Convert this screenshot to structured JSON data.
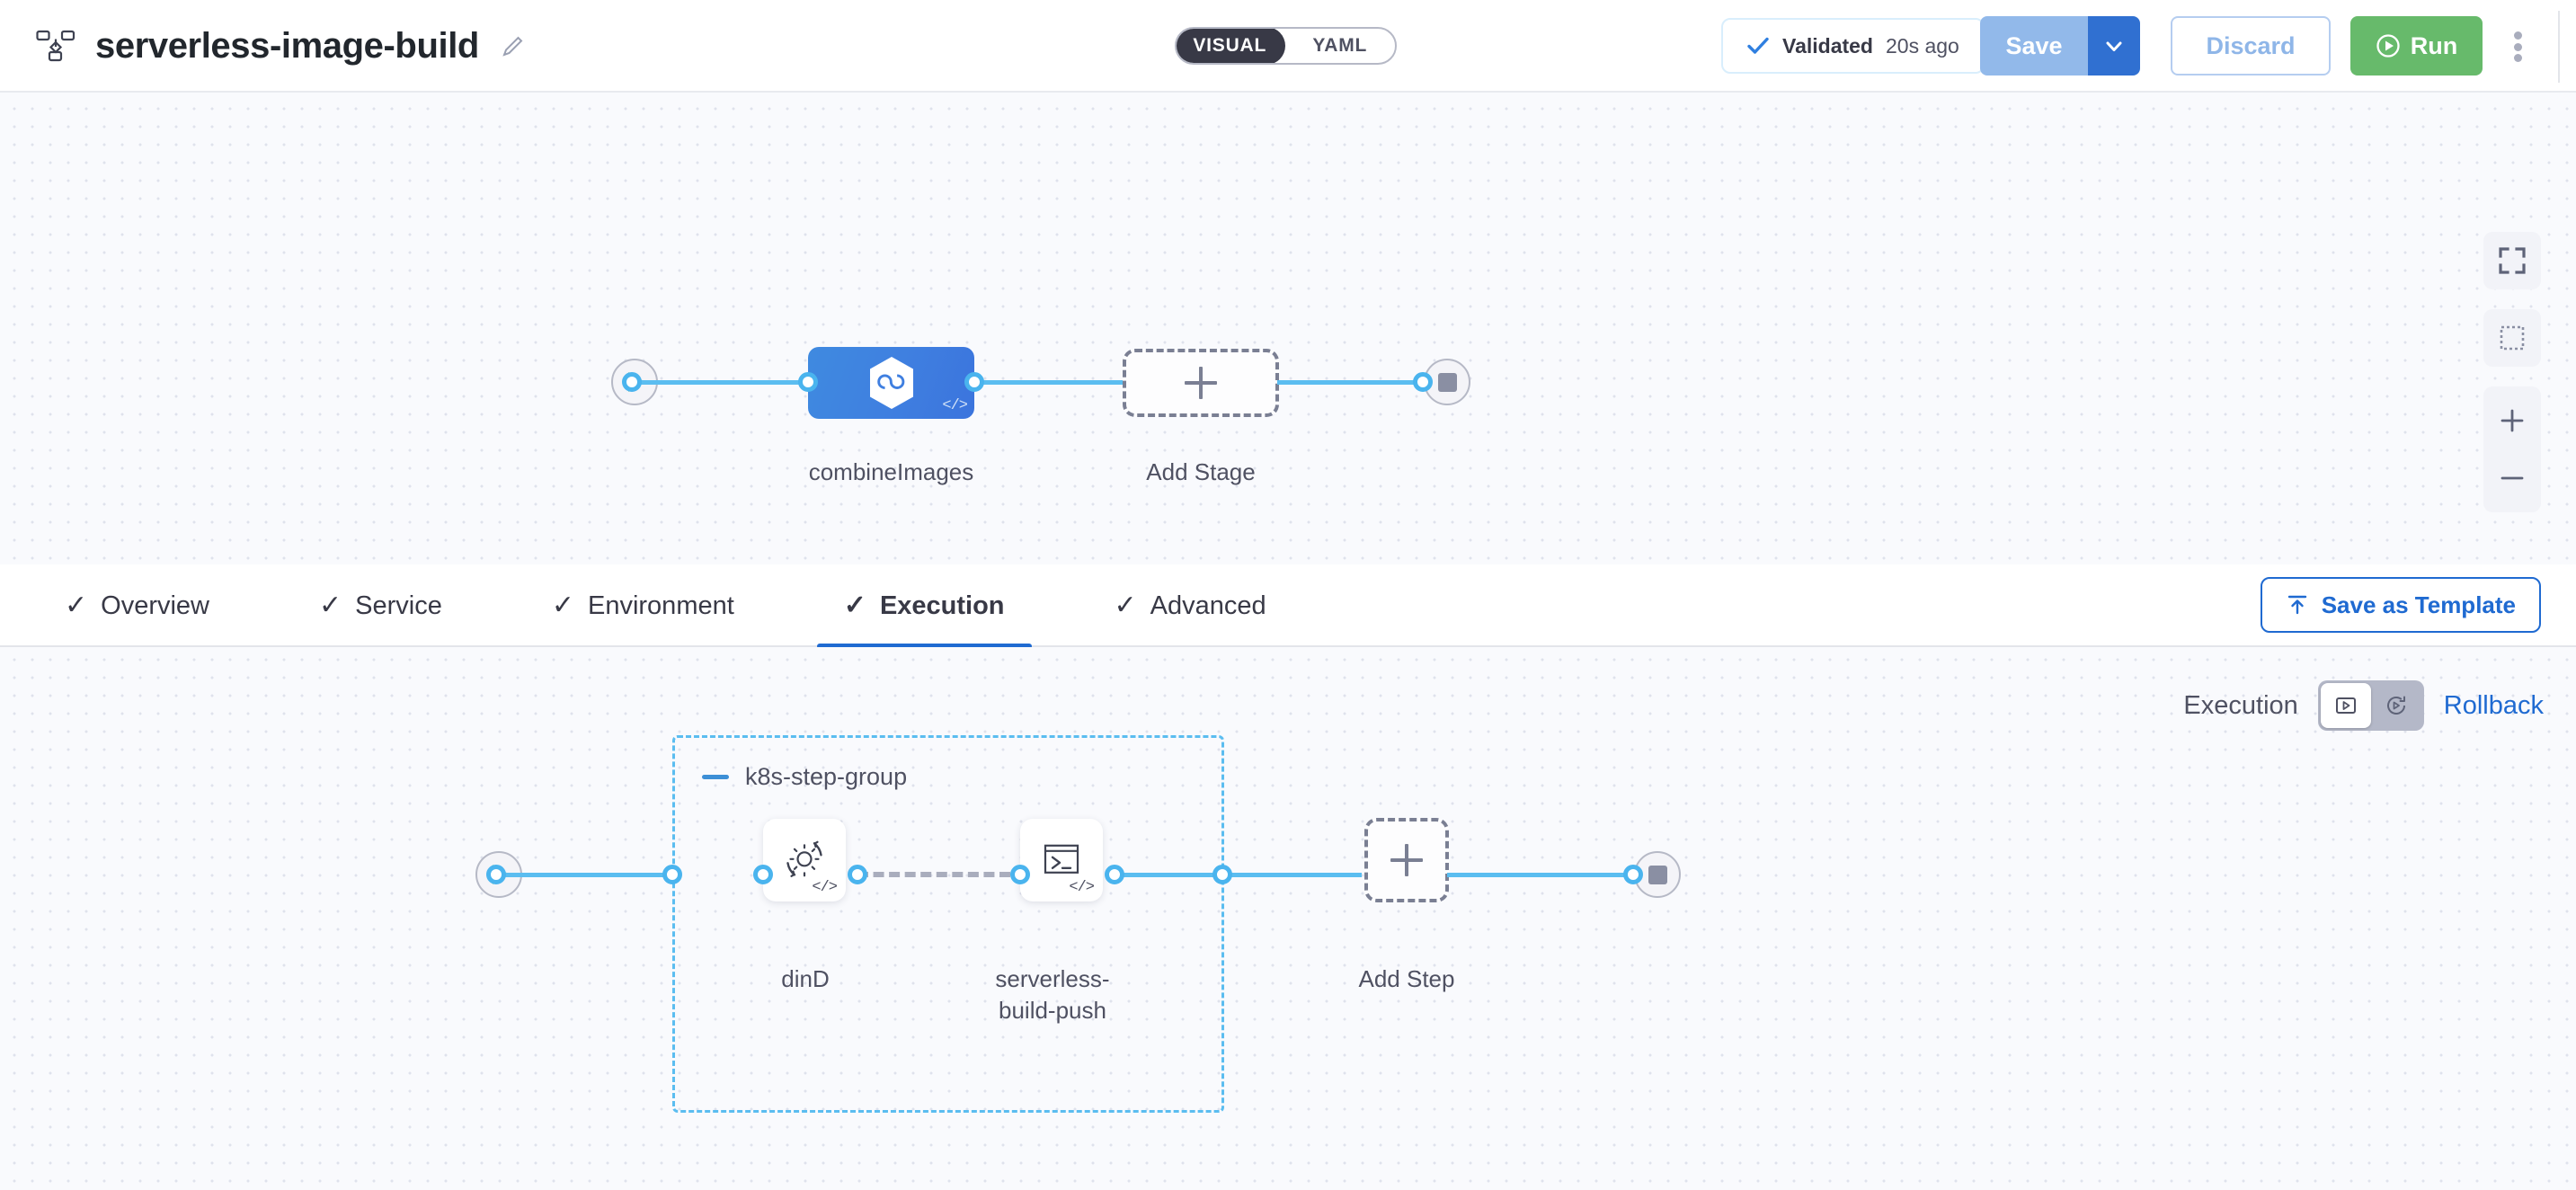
{
  "header": {
    "pipeline_icon": "pipeline-nodes-icon",
    "title": "serverless-image-build",
    "edit_icon": "edit-pencil-icon",
    "view_toggle": {
      "options": [
        "VISUAL",
        "YAML"
      ],
      "selected": "VISUAL"
    },
    "validated": {
      "icon": "check-icon",
      "label": "Validated",
      "time": "20s ago"
    },
    "save_label": "Save",
    "save_dropdown_icon": "chevron-down-icon",
    "discard_label": "Discard",
    "run_label": "Run",
    "run_icon": "play-circle-icon",
    "more_icon": "more-vertical-icon"
  },
  "stage_canvas": {
    "start_node": {
      "name": "pipeline-start-node",
      "icon": "play-icon"
    },
    "end_node": {
      "name": "pipeline-end-node",
      "icon": "stop-icon"
    },
    "stages": [
      {
        "name": "combineImages",
        "icon": "harness-ci-hexagon-icon",
        "badge": "</>",
        "type": "ci-build"
      }
    ],
    "add_stage": {
      "label": "Add Stage",
      "icon": "plus-icon"
    },
    "controls": [
      {
        "name": "fit-to-screen-button",
        "icon": "fit-screen-icon"
      },
      {
        "name": "selection-marquee-button",
        "icon": "dotted-square-icon"
      },
      {
        "name": "zoom-in-button",
        "icon": "plus-icon"
      },
      {
        "name": "zoom-out-button",
        "icon": "minus-icon"
      }
    ]
  },
  "tabs": {
    "items": [
      {
        "label": "Overview",
        "tick": "✓",
        "active": false
      },
      {
        "label": "Service",
        "tick": "✓",
        "active": false
      },
      {
        "label": "Environment",
        "tick": "✓",
        "active": false
      },
      {
        "label": "Execution",
        "tick": "✓",
        "active": true
      },
      {
        "label": "Advanced",
        "tick": "✓",
        "active": false
      }
    ],
    "save_as_template": {
      "label": "Save as Template",
      "icon": "template-upload-icon"
    },
    "active_accent": "#1f6ad1"
  },
  "step_canvas": {
    "execution_label": "Execution",
    "exec_toggle": {
      "options": [
        {
          "name": "execution-view-toggle",
          "icon": "play-box-icon",
          "selected": true
        },
        {
          "name": "rollback-view-toggle",
          "icon": "rollback-icon",
          "selected": false
        }
      ]
    },
    "rollback_label": "Rollback",
    "start_node": {
      "name": "execution-start-node",
      "icon": "play-icon"
    },
    "end_node": {
      "name": "execution-end-node",
      "icon": "stop-icon"
    },
    "group": {
      "title": "k8s-step-group",
      "collapse_icon": "minus-collapse-icon",
      "border_color": "#5bbdf0",
      "steps": [
        {
          "name": "dinD",
          "icon": "gear-rotate-icon",
          "badge": "</>"
        },
        {
          "name": "serverless-\nbuild-push",
          "icon": "terminal-icon",
          "badge": "</>"
        }
      ]
    },
    "add_step": {
      "label": "Add Step",
      "icon": "plus-icon"
    }
  },
  "colors": {
    "canvas_bg": "#f9fafd",
    "stage_blue": "#3f7fe0",
    "link_blue": "#5bbdf0",
    "accent_blue": "#1f6ad1",
    "run_green": "#67ba6b",
    "dark_pill": "#383946"
  }
}
